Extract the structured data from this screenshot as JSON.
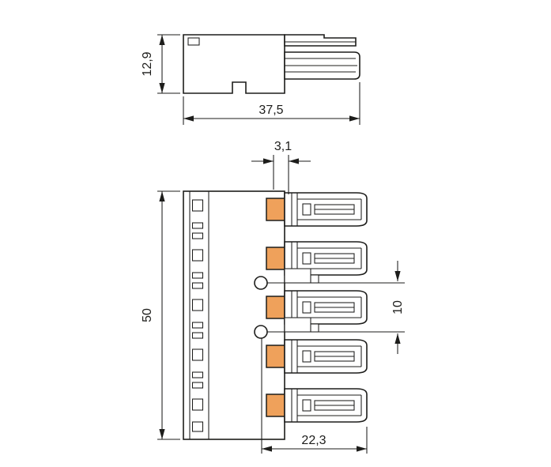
{
  "drawing": {
    "colors": {
      "line": "#1d1d1b",
      "lever_orange": "#efa15b",
      "background": "#ffffff"
    },
    "views": {
      "side_view": {
        "dim_height": "12,9",
        "dim_width": "37,5"
      },
      "front_view": {
        "dim_offset_top": "3,1",
        "dim_height": "50",
        "dim_pitch": "10",
        "dim_depth": "22,3"
      }
    }
  }
}
